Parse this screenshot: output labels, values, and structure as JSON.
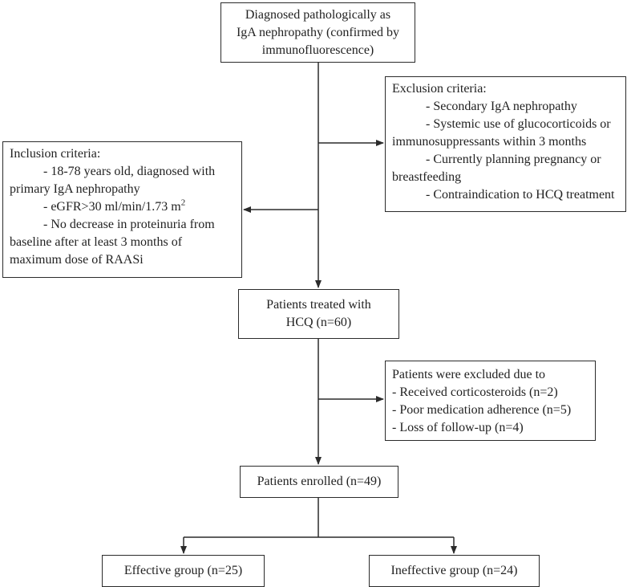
{
  "diagnosis": {
    "lines": [
      "Diagnosed pathologically as",
      "IgA nephropathy (confirmed by",
      "immunofluorescence)"
    ]
  },
  "exclusion": {
    "title": "Exclusion criteria:",
    "items": [
      "- Secondary IgA nephropathy",
      "- Systemic use of glucocorticoids or",
      "immunosuppressants within 3 months",
      "- Currently planning pregnancy or",
      "breastfeeding",
      "- Contraindication to HCQ treatment"
    ]
  },
  "inclusion": {
    "title": "Inclusion criteria:",
    "item1a": "- 18-78 years old, diagnosed with",
    "item1b": "primary IgA nephropathy",
    "item2": "- eGFR>30 ml/min/1.73 m",
    "item2_sup": "2",
    "item3a": "- No decrease in proteinuria from",
    "item3b": "baseline after at least 3 months of",
    "item3c": "maximum dose of RAASi"
  },
  "treated": {
    "lines": [
      "Patients treated with",
      "HCQ (n=60)"
    ]
  },
  "excluded": {
    "title": "Patients were excluded due to",
    "items": [
      "- Received corticosteroids (n=2)",
      "- Poor medication adherence (n=5)",
      "- Loss of follow-up (n=4)"
    ]
  },
  "enrolled": {
    "label": "Patients enrolled (n=49)"
  },
  "effective": {
    "label": "Effective group (n=25)"
  },
  "ineffective": {
    "label": "Ineffective group (n=24)"
  }
}
